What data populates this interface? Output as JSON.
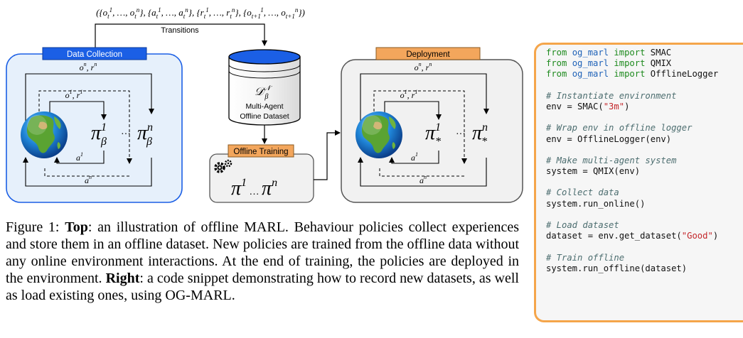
{
  "diagram": {
    "transitions_formula": "({o_t^1, …, o_t^n}, {a_t^1, …, a_t^n}, {r_t^1, …, r_t^n}, {o_{t+1}^1, …, o_{t+1}^n})",
    "transitions_label": "Transitions",
    "data_collection": {
      "title": "Data Collection",
      "outer_feedback": "o^n, r^n",
      "inner_feedback": "o^1, r^1",
      "action_1": "a^1",
      "action_n": "a^n",
      "policy_1": "π^1_β",
      "policy_n": "π^n_β",
      "ellipsis": "···"
    },
    "dataset": {
      "symbol": "D^N_β",
      "line1": "Multi-Agent",
      "line2": "Offline Dataset"
    },
    "offline_training": {
      "title": "Offline Training",
      "policies": "π^1 … π^n"
    },
    "deployment": {
      "title": "Deployment",
      "outer_feedback": "o^n, r^n",
      "inner_feedback": "o^1, r^1",
      "action_1": "a^1",
      "action_n": "a^n",
      "policy_1": "π^1_*",
      "policy_n": "π^n_*",
      "ellipsis": "···"
    },
    "colors": {
      "data_collection_header": "#1b5fe5",
      "data_collection_bg": "#e6f0fb",
      "offline_training_header": "#f3a65c",
      "deployment_header": "#f3a65c",
      "deployment_bg": "#f1f1f1",
      "dataset_top": "#1b5fe5"
    }
  },
  "caption": {
    "top_label": "Top",
    "top_text": ": an illustration of offline MARL. Behaviour policies collect experiences and store them in an offline dataset. New policies are trained from the offline data without any online environment interactions. At the end of training, the policies are deployed in the environment. ",
    "right_label": "Right",
    "right_text": ": a code snippet demonstrating how to record new datasets, as well as load existing ones, using OG-MARL.",
    "prefix": "Figure 1: "
  },
  "code": [
    [
      [
        "kw",
        "from "
      ],
      [
        "mod",
        "og_marl"
      ],
      [
        "kw",
        " import "
      ],
      [
        "",
        "SMAC"
      ]
    ],
    [
      [
        "kw",
        "from "
      ],
      [
        "mod",
        "og_marl"
      ],
      [
        "kw",
        " import "
      ],
      [
        "",
        "QMIX"
      ]
    ],
    [
      [
        "kw",
        "from "
      ],
      [
        "mod",
        "og_marl"
      ],
      [
        "kw",
        " import "
      ],
      [
        "",
        "OfflineLogger"
      ]
    ],
    [],
    [
      [
        "cmt",
        "# Instantiate environment"
      ]
    ],
    [
      [
        "",
        "env = SMAC("
      ],
      [
        "str",
        "\"3m\""
      ],
      [
        "",
        ")"
      ]
    ],
    [],
    [
      [
        "cmt",
        "# Wrap env in offline logger"
      ]
    ],
    [
      [
        "",
        "env = OfflineLogger(env)"
      ]
    ],
    [],
    [
      [
        "cmt",
        "# Make multi-agent system"
      ]
    ],
    [
      [
        "",
        "system = QMIX(env)"
      ]
    ],
    [],
    [
      [
        "cmt",
        "# Collect data"
      ]
    ],
    [
      [
        "",
        "system.run_online()"
      ]
    ],
    [],
    [
      [
        "cmt",
        "# Load dataset"
      ]
    ],
    [
      [
        "",
        "dataset = env.get_dataset("
      ],
      [
        "str",
        "\"Good\""
      ],
      [
        "",
        ")"
      ]
    ],
    [],
    [
      [
        "cmt",
        "# Train offline"
      ]
    ],
    [
      [
        "",
        "system.run_offline(dataset)"
      ]
    ]
  ]
}
